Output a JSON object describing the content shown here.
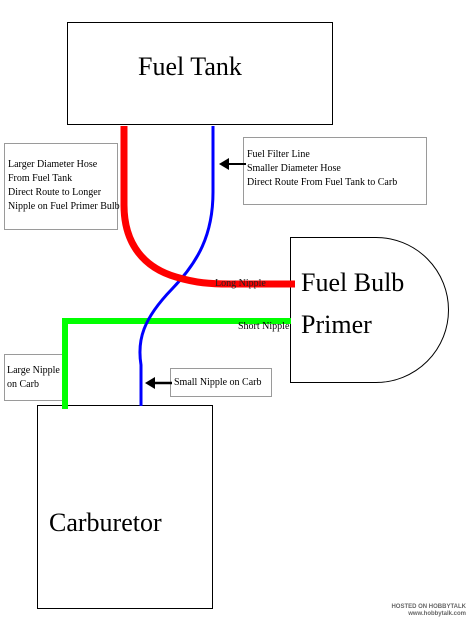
{
  "boxes": {
    "fuel_tank": "Fuel Tank",
    "fuel_bulb_line1": "Fuel Bulb",
    "fuel_bulb_line2": "Primer",
    "carburetor": "Carburetor"
  },
  "notes": {
    "return_hose": "Larger Diameter Hose\nFrom Fuel Tank\nDirect Route to Longer\nNipple on Fuel Primer Bulb",
    "filter_line": "Fuel Filter Line\nSmaller Diameter Hose\nDirect Route From Fuel Tank to Carb",
    "large_nipple": "Large Nipple\non Carb",
    "small_nipple": "Small Nipple on Carb",
    "long_nipple": "Long Nipple",
    "short_nipple": "Short Nipple"
  },
  "watermark": "HOSTED ON HOBBYTALK\nwww.hobbytalk.com",
  "colors": {
    "large_hose": "#ff0000",
    "filter_hose": "#0000ff",
    "carb_hose": "#00ff00",
    "arrow": "#000000"
  }
}
